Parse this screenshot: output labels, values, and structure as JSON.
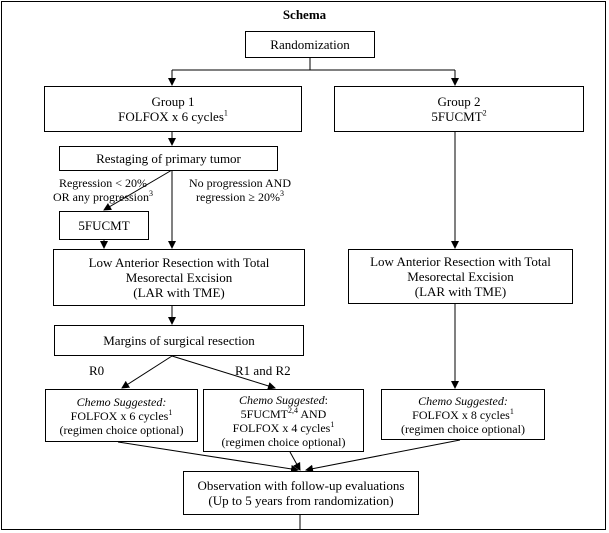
{
  "title": "Schema",
  "randomization": "Randomization",
  "group1": {
    "name": "Group 1",
    "regimen": "FOLFOX x 6 cycles",
    "sup": "1"
  },
  "group2": {
    "name": "Group 2",
    "regimen": "5FUCMT",
    "sup": "2"
  },
  "restaging": "Restaging of primary tumor",
  "branch_left": {
    "line1": "Regression < 20%",
    "line2": "OR any progression",
    "sup": "3"
  },
  "branch_right": {
    "line1": "No progression AND",
    "line2": "regression ≥ 20%",
    "sup": "3"
  },
  "fucmt_box": "5FUCMT",
  "lar_left": {
    "line1": "Low Anterior Resection with Total",
    "line2": "Mesorectal Excision",
    "line3": "(LAR with TME)"
  },
  "lar_right": {
    "line1": "Low Anterior Resection with Total",
    "line2": "Mesorectal Excision",
    "line3": "(LAR with TME)"
  },
  "margins": "Margins of surgical resection",
  "r0_label": "R0",
  "r12_label": "R1 and R2",
  "chemo_a": {
    "heading": "Chemo Suggested:",
    "line1": "FOLFOX x 6 cycles",
    "sup1": "1",
    "line2": "(regimen choice optional)"
  },
  "chemo_b": {
    "heading": "Chemo Suggested",
    "colon": ":",
    "line1a": "5FUCMT",
    "sup1": "2,4",
    "line1b": " AND",
    "line2": "FOLFOX x 4 cycles",
    "sup2": "1",
    "line3": "(regimen choice optional)"
  },
  "chemo_c": {
    "heading": "Chemo Suggested:",
    "line1": "FOLFOX x 8 cycles",
    "sup1": "1",
    "line2": "(regimen choice optional)"
  },
  "observation": {
    "line1": "Observation with follow-up evaluations",
    "line2": "(Up to 5 years from randomization)"
  }
}
